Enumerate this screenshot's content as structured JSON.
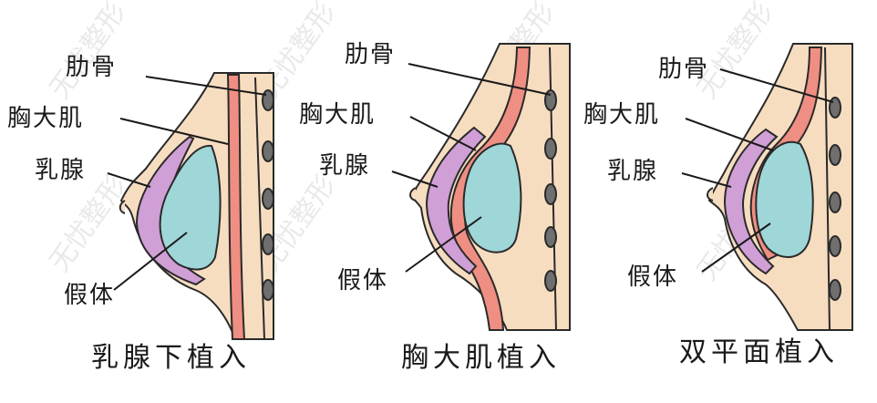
{
  "watermark": "无忧整形",
  "panels": [
    {
      "caption": "乳腺下植入",
      "labels": {
        "rib": "肋骨",
        "pectoralis": "胸大肌",
        "gland": "乳腺",
        "implant": "假体"
      }
    },
    {
      "caption": "胸大肌植入",
      "labels": {
        "rib": "肋骨",
        "pectoralis": "胸大肌",
        "gland": "乳腺",
        "implant": "假体"
      }
    },
    {
      "caption": "双平面植入",
      "labels": {
        "rib": "肋骨",
        "pectoralis": "胸大肌",
        "gland": "乳腺",
        "implant": "假体"
      }
    }
  ],
  "colors": {
    "skin": "#f7ddc0",
    "muscle": "#ef8e82",
    "gland": "#cf9fd6",
    "implant": "#9fd6d8",
    "rib": "#6f6f6f",
    "outline": "#2a2a2a"
  }
}
